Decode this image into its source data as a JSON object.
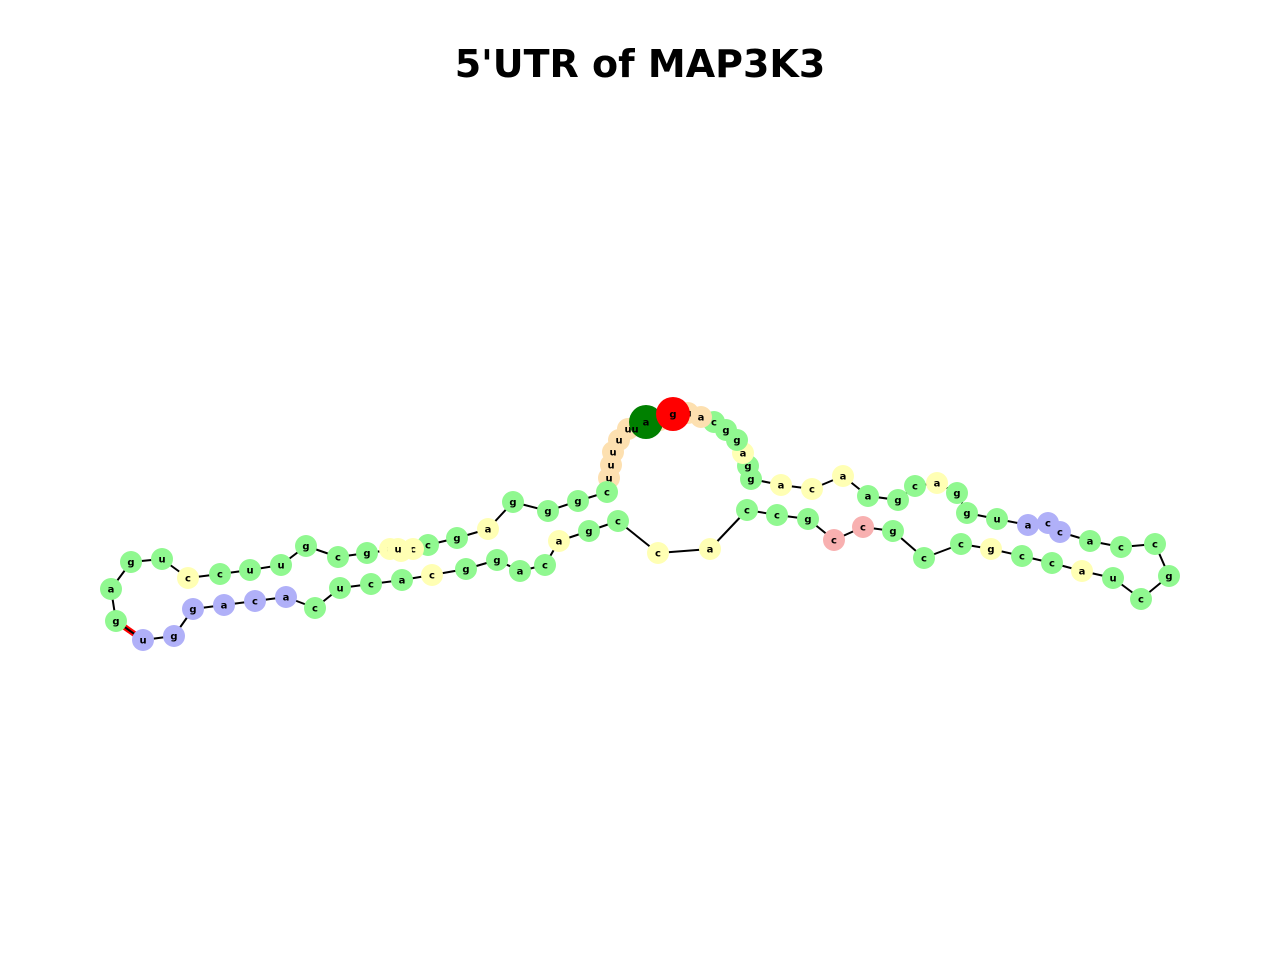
{
  "title": "5'UTR of MAP3K3",
  "colors": {
    "stem": "#90f890",
    "hairpin_loop": "#b0b0f8",
    "interior_loop": "#ffffb4",
    "multiloop": "#f8b0b0",
    "external": "#fde0b0",
    "start_marker": "#008000",
    "end_marker": "#ff0000",
    "backbone": "#000000",
    "pair": "#ff0000"
  },
  "nucleotides": [
    {
      "base": "u",
      "type": "external"
    },
    {
      "base": "u",
      "type": "external"
    },
    {
      "base": "u",
      "type": "external"
    },
    {
      "base": "u",
      "type": "external"
    },
    {
      "base": "u",
      "type": "external"
    },
    {
      "base": "c",
      "type": "stem"
    },
    {
      "base": "g",
      "type": "stem"
    },
    {
      "base": "g",
      "type": "stem"
    },
    {
      "base": "g",
      "type": "stem"
    },
    {
      "base": "a",
      "type": "interior_loop"
    },
    {
      "base": "g",
      "type": "stem"
    },
    {
      "base": "c",
      "type": "stem"
    },
    {
      "base": "c",
      "type": "interior_loop"
    },
    {
      "base": "u",
      "type": "interior_loop"
    },
    {
      "base": "u",
      "type": "interior_loop"
    },
    {
      "base": "u",
      "type": "interior_loop"
    },
    {
      "base": "g",
      "type": "stem"
    },
    {
      "base": "c",
      "type": "stem"
    },
    {
      "base": "g",
      "type": "stem"
    },
    {
      "base": "u",
      "type": "stem"
    },
    {
      "base": "u",
      "type": "stem"
    },
    {
      "base": "c",
      "type": "stem"
    },
    {
      "base": "c",
      "type": "interior_loop"
    },
    {
      "base": "u",
      "type": "stem"
    },
    {
      "base": "g",
      "type": "stem"
    },
    {
      "base": "a",
      "type": "stem"
    },
    {
      "base": "g",
      "type": "stem"
    },
    {
      "base": "u",
      "type": "hairpin_loop"
    },
    {
      "base": "g",
      "type": "hairpin_loop"
    },
    {
      "base": "g",
      "type": "hairpin_loop"
    },
    {
      "base": "a",
      "type": "hairpin_loop"
    },
    {
      "base": "c",
      "type": "hairpin_loop"
    },
    {
      "base": "a",
      "type": "hairpin_loop"
    },
    {
      "base": "c",
      "type": "stem"
    },
    {
      "base": "u",
      "type": "stem"
    },
    {
      "base": "c",
      "type": "stem"
    },
    {
      "base": "a",
      "type": "stem"
    },
    {
      "base": "c",
      "type": "interior_loop"
    },
    {
      "base": "g",
      "type": "stem"
    },
    {
      "base": "g",
      "type": "stem"
    },
    {
      "base": "a",
      "type": "stem"
    },
    {
      "base": "c",
      "type": "stem"
    },
    {
      "base": "a",
      "type": "interior_loop"
    },
    {
      "base": "g",
      "type": "stem"
    },
    {
      "base": "c",
      "type": "stem"
    },
    {
      "base": "c",
      "type": "interior_loop"
    },
    {
      "base": "a",
      "type": "interior_loop"
    },
    {
      "base": "c",
      "type": "stem"
    },
    {
      "base": "c",
      "type": "stem"
    },
    {
      "base": "g",
      "type": "stem"
    },
    {
      "base": "c",
      "type": "multiloop"
    },
    {
      "base": "c",
      "type": "multiloop"
    },
    {
      "base": "g",
      "type": "stem"
    },
    {
      "base": "c",
      "type": "stem"
    },
    {
      "base": "c",
      "type": "stem"
    },
    {
      "base": "g",
      "type": "interior_loop"
    },
    {
      "base": "c",
      "type": "stem"
    },
    {
      "base": "c",
      "type": "stem"
    },
    {
      "base": "a",
      "type": "interior_loop"
    },
    {
      "base": "u",
      "type": "stem"
    },
    {
      "base": "c",
      "type": "stem"
    },
    {
      "base": "g",
      "type": "stem"
    },
    {
      "base": "c",
      "type": "stem"
    },
    {
      "base": "c",
      "type": "stem"
    },
    {
      "base": "a",
      "type": "stem"
    },
    {
      "base": "c",
      "type": "hairpin_loop"
    },
    {
      "base": "c",
      "type": "hairpin_loop"
    },
    {
      "base": "a",
      "type": "hairpin_loop"
    },
    {
      "base": "u",
      "type": "stem"
    },
    {
      "base": "g",
      "type": "stem"
    },
    {
      "base": "g",
      "type": "stem"
    },
    {
      "base": "a",
      "type": "interior_loop"
    },
    {
      "base": "c",
      "type": "stem"
    },
    {
      "base": "g",
      "type": "stem"
    },
    {
      "base": "a",
      "type": "stem"
    },
    {
      "base": "a",
      "type": "interior_loop"
    },
    {
      "base": "c",
      "type": "interior_loop"
    },
    {
      "base": "a",
      "type": "interior_loop"
    },
    {
      "base": "g",
      "type": "stem"
    },
    {
      "base": "g",
      "type": "stem"
    },
    {
      "base": "a",
      "type": "interior_loop"
    },
    {
      "base": "g",
      "type": "stem"
    },
    {
      "base": "g",
      "type": "stem"
    },
    {
      "base": "c",
      "type": "stem"
    },
    {
      "base": "a",
      "type": "external"
    },
    {
      "base": "u",
      "type": "external"
    },
    {
      "base": "g",
      "type": "external"
    },
    {
      "base": "a",
      "type": "external"
    },
    {
      "base": "a",
      "type": "external"
    },
    {
      "base": "c",
      "type": "external"
    },
    {
      "base": "u",
      "type": "external"
    }
  ],
  "base_pairs": [
    [
      5,
      49
    ],
    [
      6,
      48
    ],
    [
      7,
      47
    ],
    [
      8,
      44
    ],
    [
      10,
      43
    ],
    [
      11,
      41
    ],
    [
      16,
      40
    ],
    [
      17,
      39
    ],
    [
      18,
      38
    ],
    [
      19,
      36
    ],
    [
      20,
      35
    ],
    [
      21,
      34
    ],
    [
      23,
      33
    ],
    [
      24,
      32
    ],
    [
      25,
      31
    ],
    [
      26,
      27
    ],
    [
      52,
      83
    ],
    [
      53,
      82
    ],
    [
      54,
      81
    ],
    [
      56,
      79
    ],
    [
      57,
      78
    ],
    [
      59,
      74
    ],
    [
      60,
      73
    ],
    [
      61,
      72
    ],
    [
      62,
      70
    ],
    [
      63,
      69
    ],
    [
      64,
      68
    ]
  ]
}
